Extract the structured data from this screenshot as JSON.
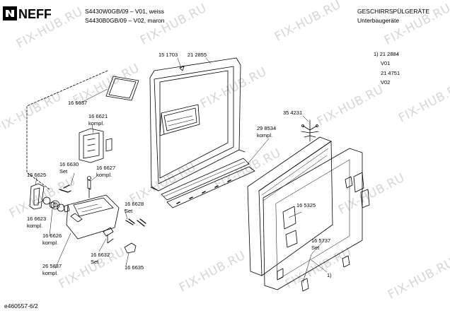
{
  "header": {
    "brand": "NEFF",
    "model_line_1": "S4430W0GB/09 – V01, weiss",
    "model_line_2": "S4430B0GB/09 – V02, maron",
    "category_line_1": "GESCHIRRSPÜLGERÄTE",
    "category_line_2": "Unterbaugeräte"
  },
  "legend": {
    "l1": "1) 21 2884",
    "l2": "V01",
    "l3": "21 4751",
    "l4": "V02"
  },
  "watermark": "FIX-HUB.RU",
  "parts": {
    "p151703": "15 1703",
    "p212855": "21 2855",
    "p166637": "16 6637",
    "p166621": "16 6621",
    "p166621b": "kompl.",
    "p354231": "35 4231",
    "p298534": "29 8534",
    "p298534b": "kompl.",
    "p166630": "16 6630",
    "p166630b": "Set",
    "p166627": "16 6627",
    "p166627b": "kompl.",
    "p166625": "16 6625",
    "p166623": "16 6623",
    "p166623b": "kompl.",
    "p166628": "16 6628",
    "p166628b": "Set",
    "p166626": "16 6626",
    "p166626b": "kompl.",
    "p165325": "16 5325",
    "p165737": "16 5737",
    "p165737b": "Set",
    "p166632": "16 6632",
    "p166632b": "Set",
    "p265837": "26 5837",
    "p265837b": "kompl.",
    "p166635": "16 6635",
    "pnote1": "1)"
  },
  "footer": {
    "doc_id": "e460557-6/2"
  }
}
